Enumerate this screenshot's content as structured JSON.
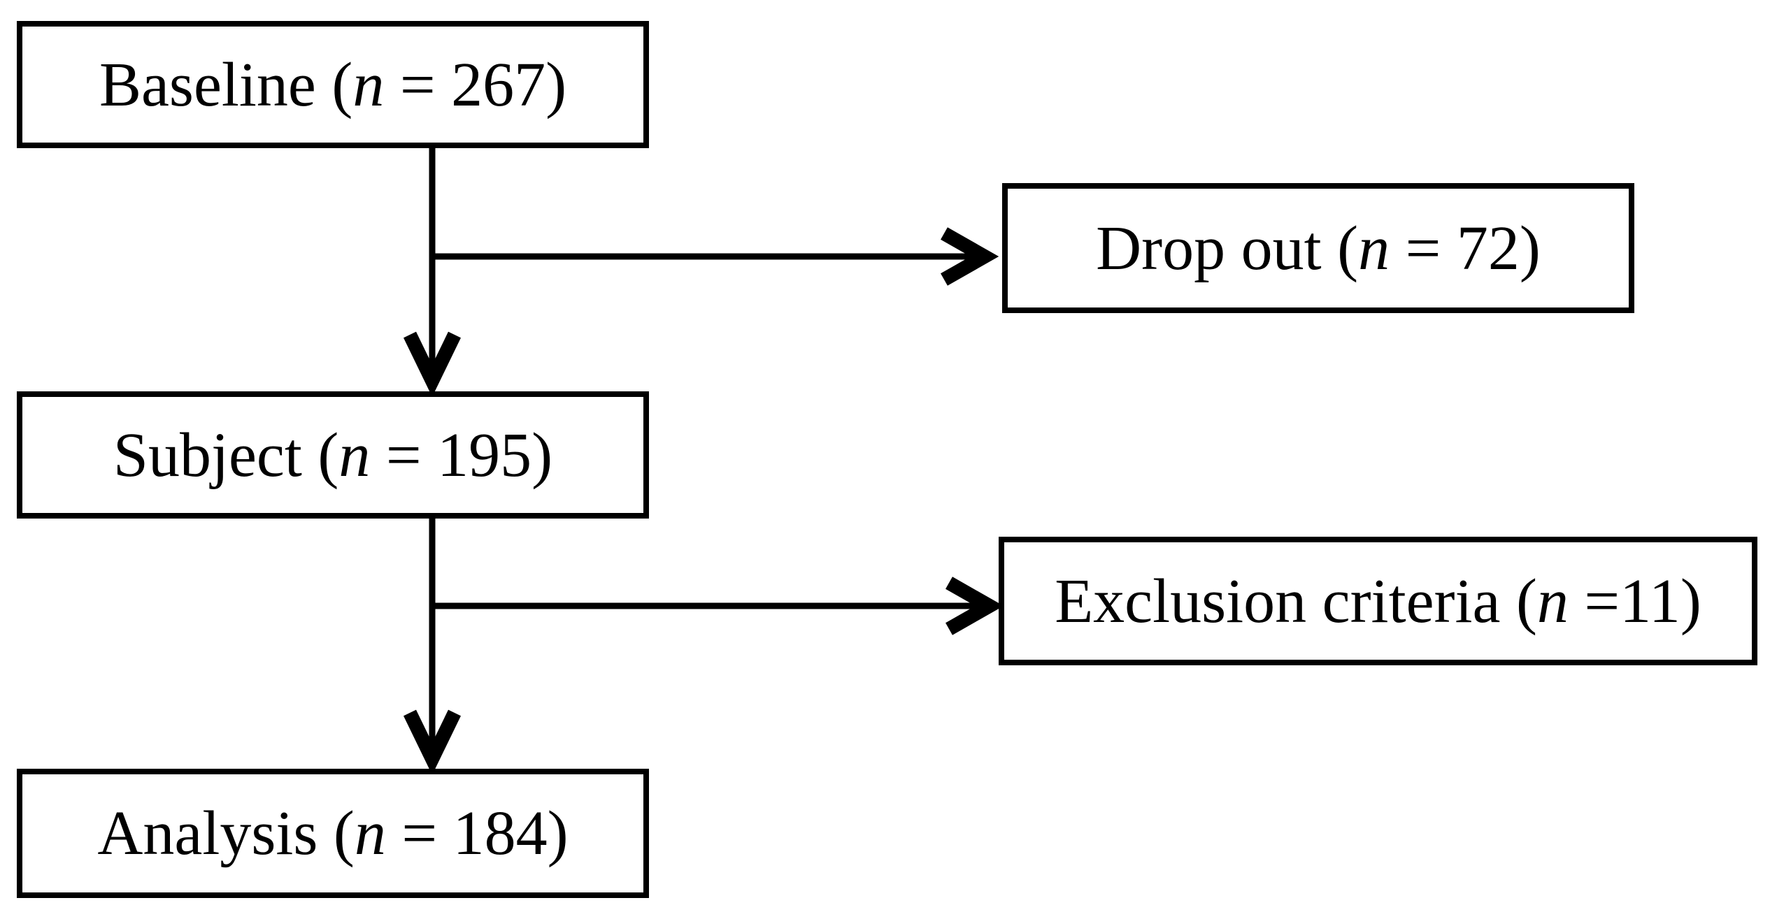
{
  "figure": {
    "type": "participant-flow-diagram",
    "background_color": "#ffffff",
    "line_color": "#000000",
    "box_fill_color": "#ffffff",
    "text_color": "#000000",
    "nodes": [
      {
        "id": "baseline",
        "label": "Baseline (n = 267)",
        "prefix": "Baseline (",
        "variable": "n",
        "suffix": " = 267)",
        "count": 267
      },
      {
        "id": "dropout",
        "label": "Drop out (n = 72)",
        "prefix": "Drop out (",
        "variable": "n",
        "suffix": " = 72)",
        "count": 72
      },
      {
        "id": "subject",
        "label": "Subject (n = 195)",
        "prefix": "Subject (",
        "variable": "n",
        "suffix": " = 195)",
        "count": 195
      },
      {
        "id": "exclusion",
        "label": "Exclusion criteria (n =11)",
        "prefix": "Exclusion criteria (",
        "variable": "n",
        "suffix": " =11)",
        "count": 11
      },
      {
        "id": "analysis",
        "label": "Analysis (n = 184)",
        "prefix": "Analysis (",
        "variable": "n",
        "suffix": " = 184)",
        "count": 184
      }
    ],
    "edges": [
      {
        "from": "baseline",
        "to": "subject",
        "style": "arrow-down"
      },
      {
        "from": "baseline",
        "to": "dropout",
        "style": "arrow-right-branch"
      },
      {
        "from": "subject",
        "to": "analysis",
        "style": "arrow-down"
      },
      {
        "from": "subject",
        "to": "exclusion",
        "style": "arrow-right-branch"
      }
    ]
  }
}
